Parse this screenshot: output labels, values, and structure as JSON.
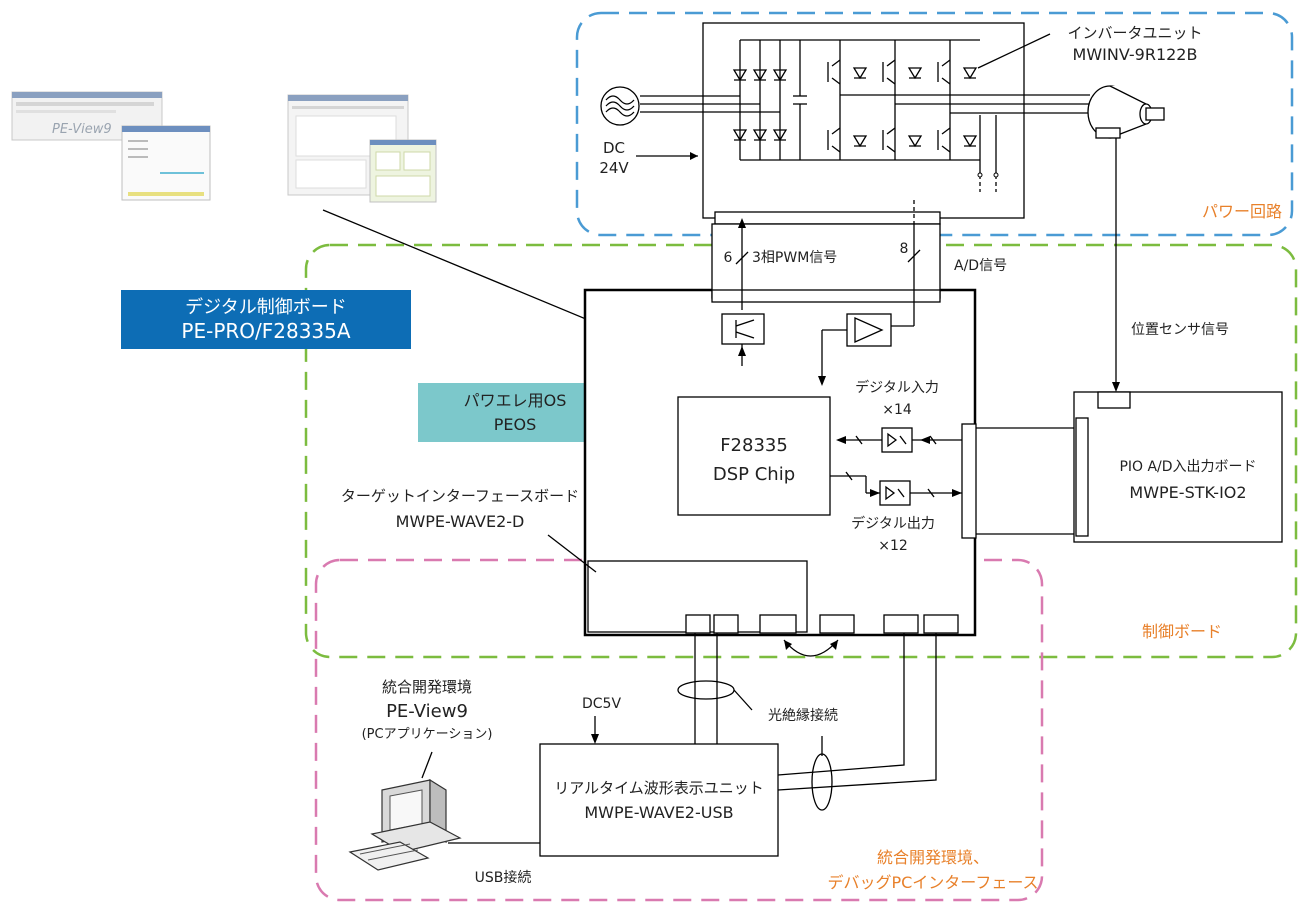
{
  "regions": {
    "power": "パワー回路",
    "control": "制御ボード",
    "debug_line1": "統合開発環境、",
    "debug_line2": "デバッグPCインターフェース"
  },
  "badges": {
    "board_line1": "デジタル制御ボード",
    "board_line2": "PE-PRO/F28335A",
    "os_line1": "パワエレ用OS",
    "os_line2": "PEOS"
  },
  "inverter": {
    "label_line1": "インバータユニット",
    "label_line2": "MWINV-9R122B",
    "dc_line1": "DC",
    "dc_line2": "24V"
  },
  "signals": {
    "pwm_count": "6",
    "pwm": "3相PWM信号",
    "ad_count": "8",
    "ad": "A/D信号",
    "position": "位置センサ信号",
    "din_line1": "デジタル入力",
    "din_line2": "×14",
    "dout_line1": "デジタル出力",
    "dout_line2": "×12"
  },
  "dsp": {
    "line1": "F28335",
    "line2": "DSP Chip"
  },
  "target_if": {
    "line1": "ターゲットインターフェースボード",
    "line2": "MWPE-WAVE2-D"
  },
  "pio": {
    "line1": "PIO A/D入出力ボード",
    "line2": "MWPE-STK-IO2"
  },
  "ide": {
    "line1": "統合開発環境",
    "line2": "PE-View9",
    "line3": "(PCアプリケーション)"
  },
  "wave_unit": {
    "line1": "リアルタイム波形表示ユニット",
    "line2": "MWPE-WAVE2-USB"
  },
  "connections": {
    "dc5v": "DC5V",
    "optical": "光絶縁接続",
    "usb": "USB接続"
  },
  "screenshot": {
    "title": "PE-View9"
  },
  "colors": {
    "blue_region": "#4a9bd4",
    "green_region": "#7cbc3f",
    "pink_region": "#d97ab0",
    "board_badge": "#0d6db5",
    "os_badge": "#7cc8cb",
    "orange_text": "#e8812b"
  }
}
